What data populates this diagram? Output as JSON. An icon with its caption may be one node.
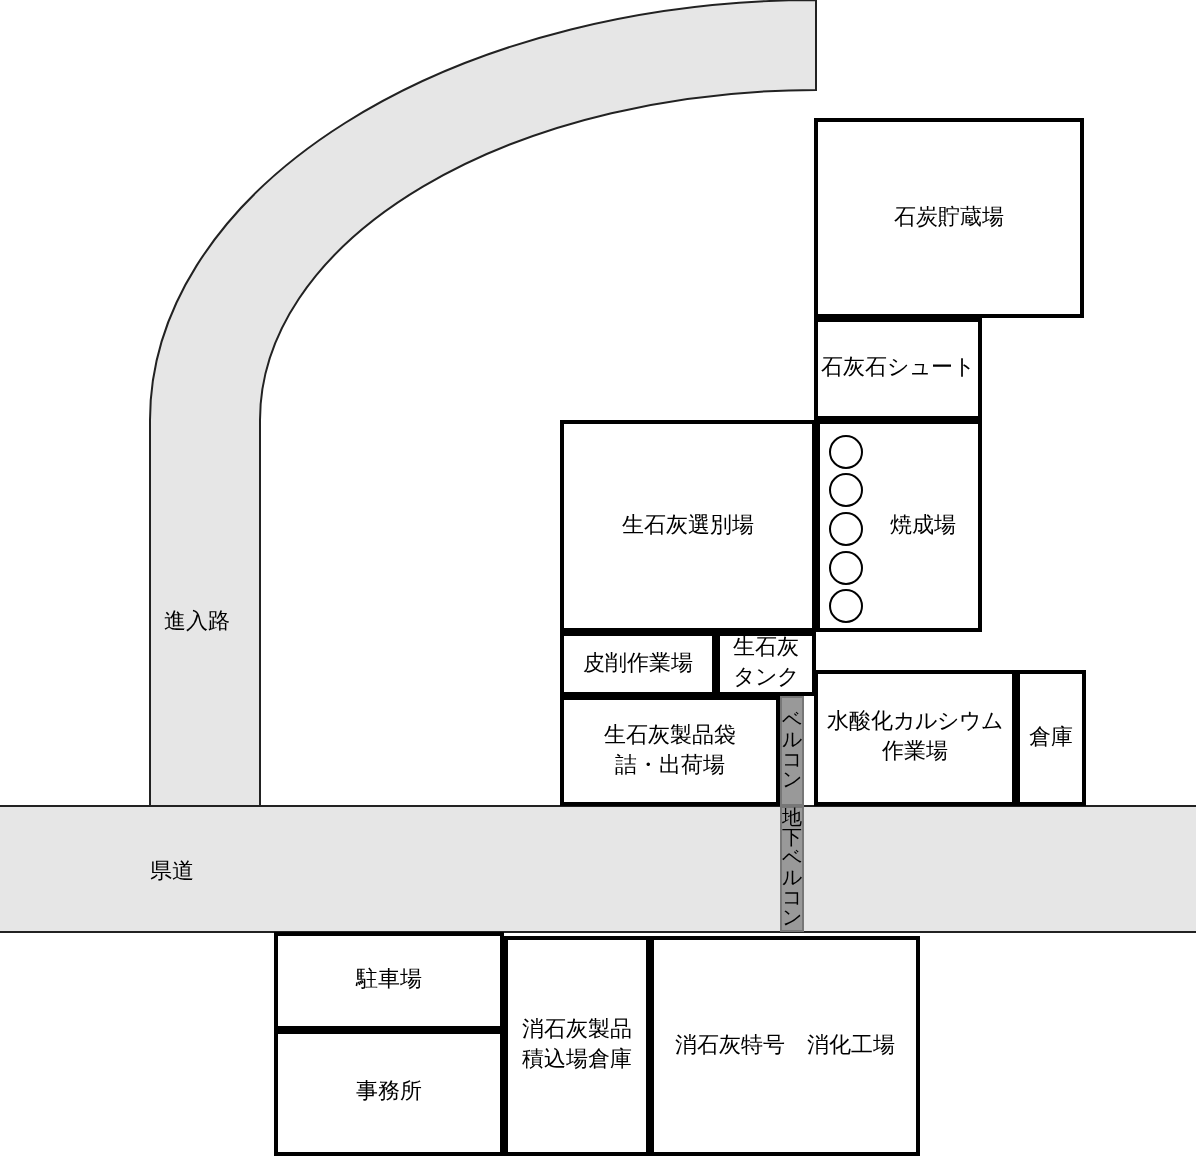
{
  "diagram": {
    "nodes": [
      {
        "text": [
          "石炭貯蔵場"
        ]
      },
      {
        "text": [
          "石灰石シュート"
        ]
      },
      {
        "text": [
          "生石灰選別場"
        ]
      },
      {
        "text": [
          "焼成場"
        ]
      },
      {
        "text": [
          "皮削作業場"
        ]
      },
      {
        "text": [
          "生石灰タンク"
        ]
      },
      {
        "text": [
          "生石灰製品袋詰・出荷場"
        ]
      },
      {
        "text": [
          "ベルコン"
        ]
      },
      {
        "text": [
          "水酸化カルシウム作業場"
        ]
      },
      {
        "text": [
          "倉庫"
        ]
      },
      {
        "text": [
          "地下ベルコン"
        ]
      },
      {
        "text": [
          "駐車場"
        ]
      },
      {
        "text": [
          "事務所"
        ]
      },
      {
        "text": [
          "消石灰製品積込場倉庫"
        ]
      },
      {
        "text": [
          "消石灰特号　消化工場"
        ]
      }
    ],
    "labels": [
      "進入路",
      "県道"
    ]
  }
}
